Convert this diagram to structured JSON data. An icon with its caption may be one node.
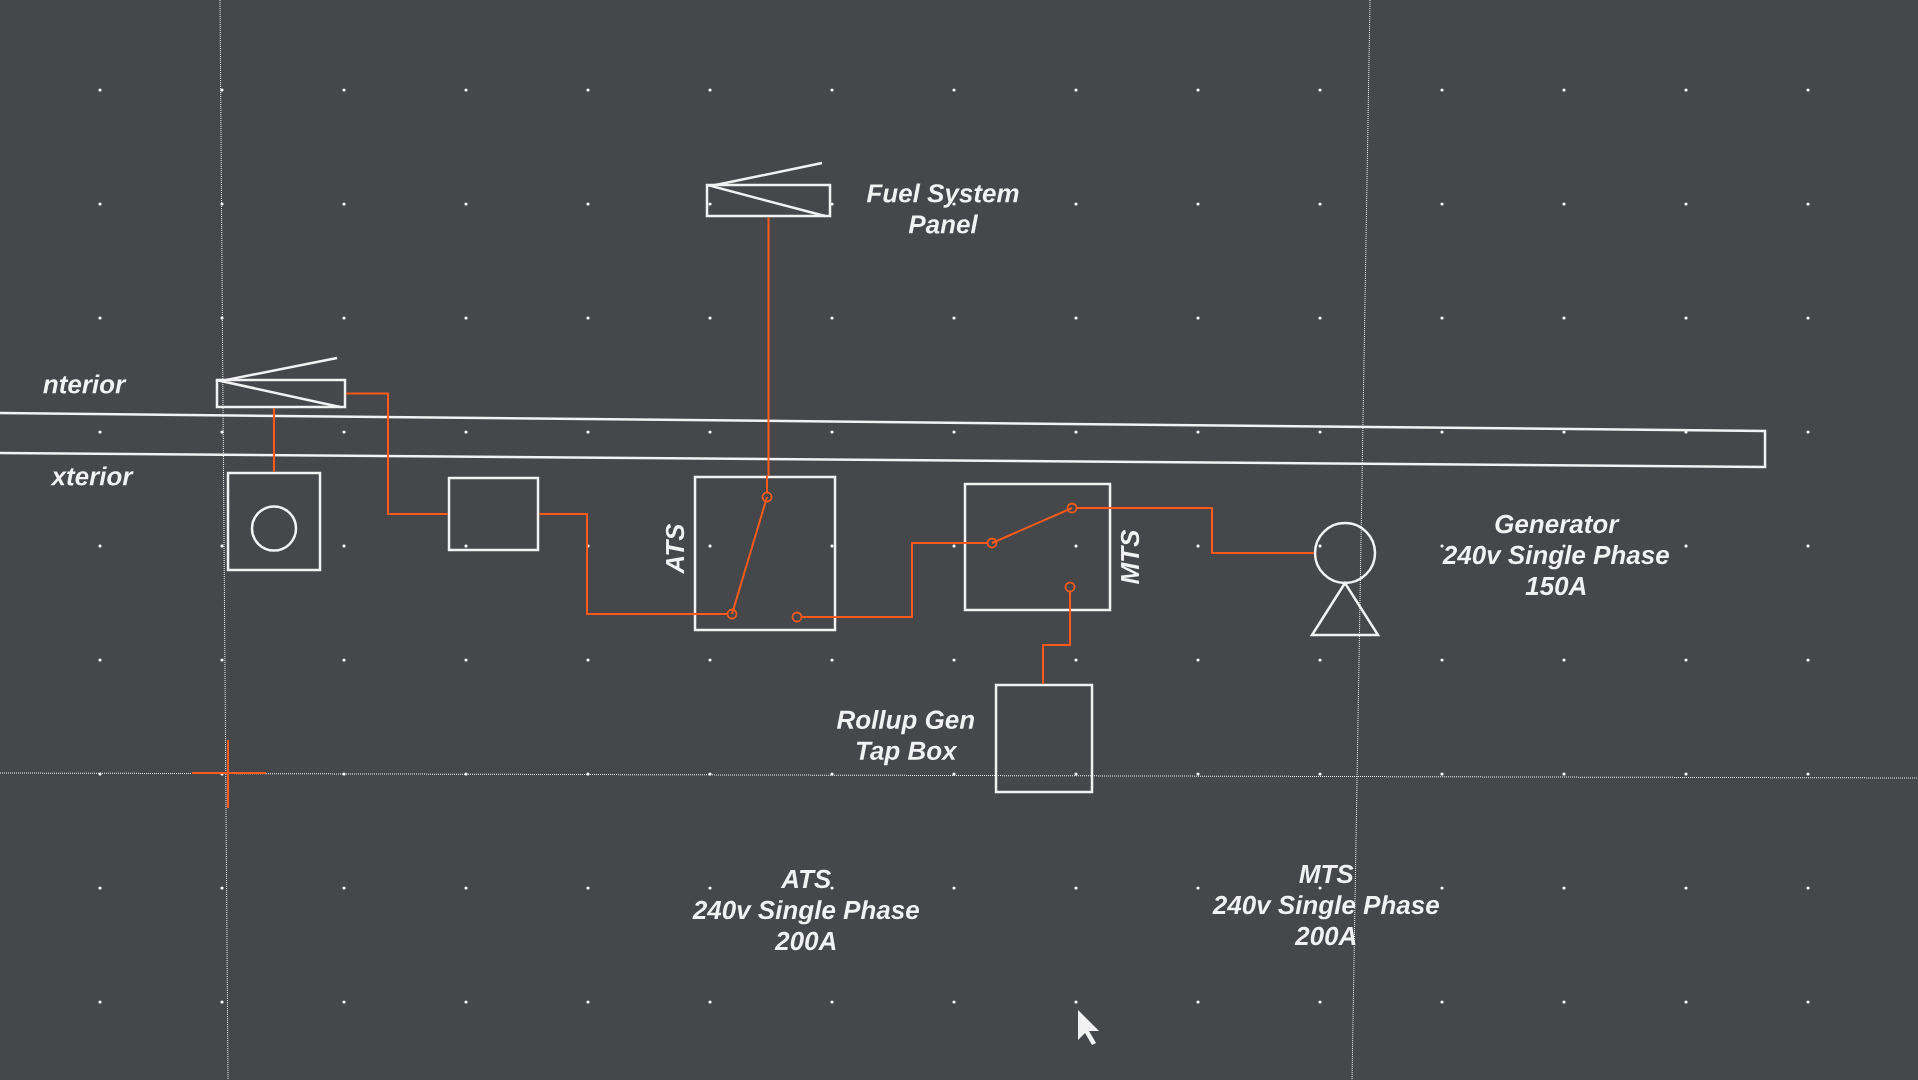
{
  "diagram": {
    "nodes": [
      {
        "text": [
          "Fuel System Panel"
        ]
      },
      {
        "text": [],
        "shape": "box"
      },
      {
        "text": [],
        "shape": "box"
      },
      {
        "text": [],
        "shape": "box"
      },
      {
        "text": [
          "ATS"
        ]
      },
      {
        "text": [
          "MTS"
        ]
      },
      {
        "text": [
          "Generator 240v Single Phase 150A"
        ]
      },
      {
        "text": [
          "Rollup Gen Tap Box"
        ]
      }
    ],
    "edges": [
      {
        "from": 1,
        "to": 2,
        "arrow": "none"
      },
      {
        "from": 1,
        "to": 3,
        "arrow": "none"
      },
      {
        "from": 3,
        "to": 4,
        "arrow": "none"
      },
      {
        "from": 0,
        "to": 4,
        "arrow": "none"
      },
      {
        "from": 4,
        "to": 5,
        "arrow": "none"
      },
      {
        "from": 5,
        "to": 6,
        "arrow": "none"
      },
      {
        "from": 5,
        "to": 7,
        "arrow": "none"
      }
    ],
    "labels": [
      "nterior",
      "xterior",
      "ATS 240v Single Phase 200A",
      "MTS 240v Single Phase 200A"
    ]
  }
}
